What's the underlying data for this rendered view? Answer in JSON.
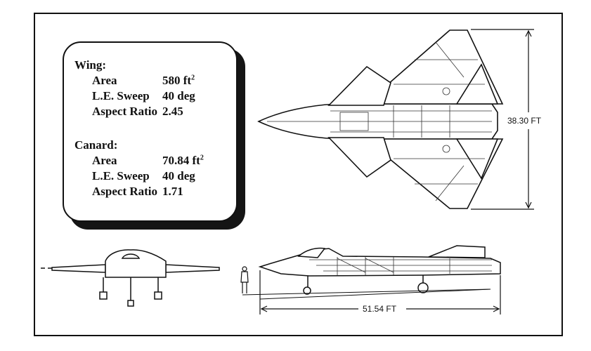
{
  "wing": {
    "title": "Wing:",
    "area_label": "Area",
    "area_value": "580 ft",
    "area_unit_sup": "2",
    "sweep_label": "L.E. Sweep",
    "sweep_value": "40 deg",
    "ar_label": "Aspect Ratio",
    "ar_value": "2.45"
  },
  "canard": {
    "title": "Canard:",
    "area_label": "Area",
    "area_value": "70.84 ft",
    "area_unit_sup": "2",
    "sweep_label": "L.E. Sweep",
    "sweep_value": "40 deg",
    "ar_label": "Aspect Ratio",
    "ar_value": "1.71"
  },
  "dimensions": {
    "span": "38.30 FT",
    "length": "51.54 FT"
  }
}
